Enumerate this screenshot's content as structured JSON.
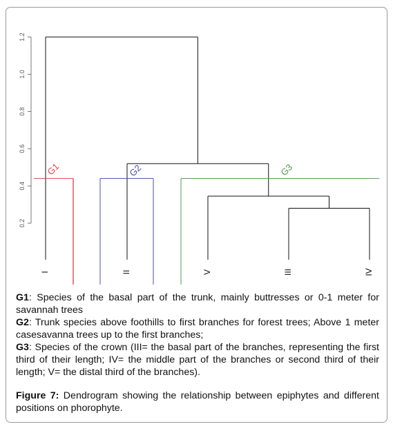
{
  "chart_data": {
    "type": "dendrogram",
    "ylim": [
      0,
      1.3
    ],
    "y_ticks": [
      "0.2",
      "0.4",
      "0.6",
      "0.8",
      "1.0",
      "1.2"
    ],
    "y_tick_values": [
      0.2,
      0.4,
      0.6,
      0.8,
      1.0,
      1.2
    ],
    "leaves": [
      "I",
      "II",
      "V",
      "III",
      "IV"
    ],
    "merges": [
      {
        "left": 3,
        "right": 4,
        "height": 0.28
      },
      {
        "left": 2,
        "right": "m0",
        "height": 0.345
      },
      {
        "left": 1,
        "right": "m1",
        "height": 0.52
      },
      {
        "left": 0,
        "right": "m2",
        "height": 1.2
      }
    ],
    "cut_height": 0.44,
    "groups": [
      {
        "label": "G1",
        "color": "#e0474c",
        "leaves": [
          "I"
        ]
      },
      {
        "label": "G2",
        "color": "#4b4fa6",
        "leaves": [
          "II"
        ]
      },
      {
        "label": "G3",
        "color": "#4f9a4f",
        "leaves": [
          "V",
          "III",
          "IV"
        ]
      }
    ]
  },
  "legend": {
    "g1_label": "G1",
    "g1_text": ": Species of the basal part of the trunk, mainly buttresses or 0-1 meter for savannah trees",
    "g2_label": "G2",
    "g2_text": ": Trunk species above foothills to first branches for forest trees; Above 1 meter casesavanna trees up to the first branches;",
    "g3_label": "G3",
    "g3_text": ": Species of the crown (III= the basal part of the branches, representing the first third of their length; IV= the middle part of the branches or second third of their length; V= the distal third of the branches)."
  },
  "figure": {
    "label": "Figure 7:",
    "text": " Dendrogram showing the relationship between epiphytes and different positions on phorophyte."
  }
}
